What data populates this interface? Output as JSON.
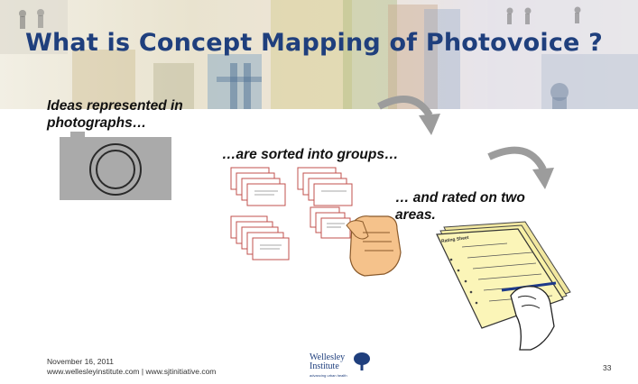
{
  "slide": {
    "title": "What is Concept Mapping of Photovoice ?",
    "captions": {
      "ideas_line1": "Ideas represented in",
      "ideas_line2": "photographs…",
      "sorted": "…are sorted into groups…",
      "rated_line1": "… and rated on two",
      "rated_line2": "areas."
    },
    "rating_sheet_title": "Rating Sheet",
    "footer": {
      "date": "November 16, 2011",
      "links": "www.wellesleyinstitute.com | www.sjtinitiative.com",
      "logo_line1": "Wellesley",
      "logo_line2": "Institute",
      "logo_tagline": "advancing urban health",
      "page_number": "33"
    }
  },
  "colors": {
    "title": "#1f3f7d",
    "card_border": "#c0504d",
    "camera": "#aaaaaa",
    "arrow": "#9c9c9c",
    "sheet": "#f8f1a6"
  },
  "icons": [
    "camera-icon",
    "curved-arrow-icon",
    "hand-icon",
    "writing-hand-icon",
    "tree-icon"
  ]
}
